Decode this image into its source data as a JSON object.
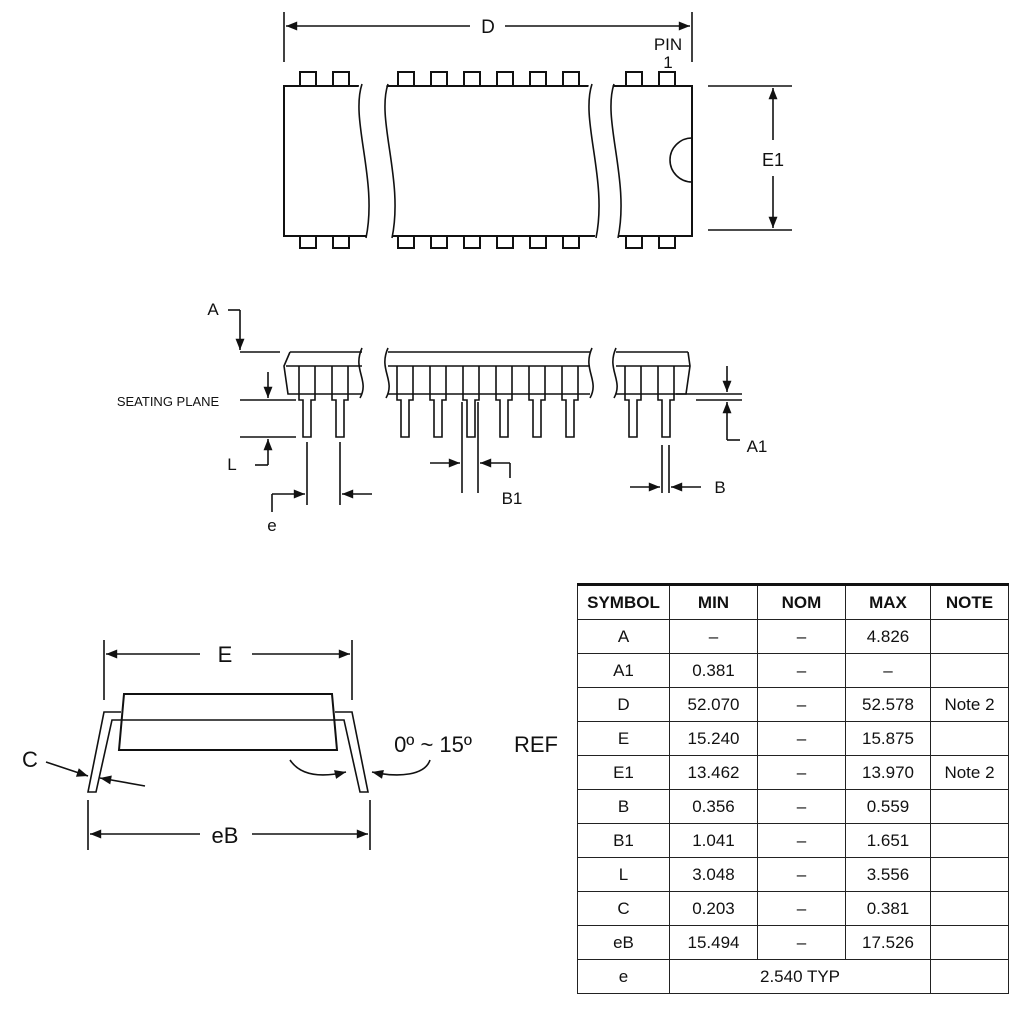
{
  "labels": {
    "D": "D",
    "pin": "PIN",
    "pin_num": "1",
    "E1": "E1",
    "A": "A",
    "seating_plane": "SEATING PLANE",
    "L": "L",
    "e": "e",
    "B1": "B1",
    "A1": "A1",
    "B": "B",
    "E": "E",
    "C": "C",
    "eB": "eB",
    "angle": "0º ~ 15º",
    "ref": "REF"
  },
  "table": {
    "headers": [
      "SYMBOL",
      "MIN",
      "NOM",
      "MAX",
      "NOTE"
    ],
    "rows": [
      [
        "A",
        "–",
        "–",
        "4.826",
        ""
      ],
      [
        "A1",
        "0.381",
        "–",
        "–",
        ""
      ],
      [
        "D",
        "52.070",
        "–",
        "52.578",
        "Note 2"
      ],
      [
        "E",
        "15.240",
        "–",
        "15.875",
        ""
      ],
      [
        "E1",
        "13.462",
        "–",
        "13.970",
        "Note 2"
      ],
      [
        "B",
        "0.356",
        "–",
        "0.559",
        ""
      ],
      [
        "B1",
        "1.041",
        "–",
        "1.651",
        ""
      ],
      [
        "L",
        "3.048",
        "–",
        "3.556",
        ""
      ],
      [
        "C",
        "0.203",
        "–",
        "0.381",
        ""
      ],
      [
        "eB",
        "15.494",
        "–",
        "17.526",
        ""
      ]
    ],
    "last_row": {
      "symbol": "e",
      "value": "2.540 TYP"
    }
  }
}
